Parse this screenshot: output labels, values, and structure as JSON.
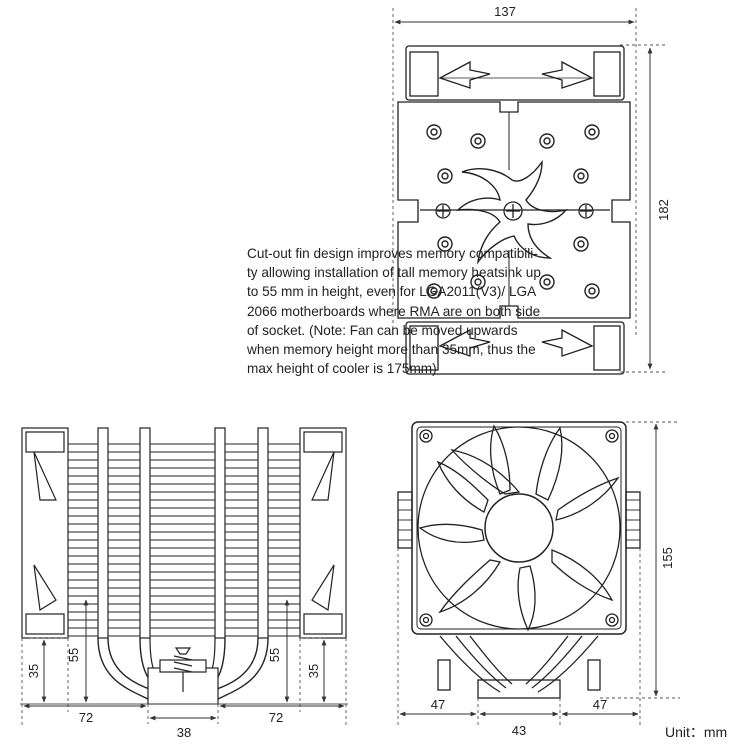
{
  "description": {
    "lines": [
      "Cut-out fin design improves memory compatibili-",
      "ty allowing installation of tall memory heatsink up",
      "to 55 mm in height, even for LGA2011(V3)/ LGA",
      "2066 motherboards where RMA are on both side",
      "of socket. (Note: Fan can be moved upwards",
      "when memory height more than 35mm, thus the",
      "max height of cooler is 175mm)"
    ]
  },
  "dimensions": {
    "top_width": "137",
    "top_height": "182",
    "side_left_35": "35",
    "side_left_55": "55",
    "side_right_55": "55",
    "side_right_35": "35",
    "side_bottom_left": "72",
    "side_bottom_mid": "38",
    "side_bottom_right": "72",
    "front_height": "155",
    "front_bottom_left": "47",
    "front_bottom_mid": "43",
    "front_bottom_right": "47"
  },
  "unit_label": "Unit：mm"
}
